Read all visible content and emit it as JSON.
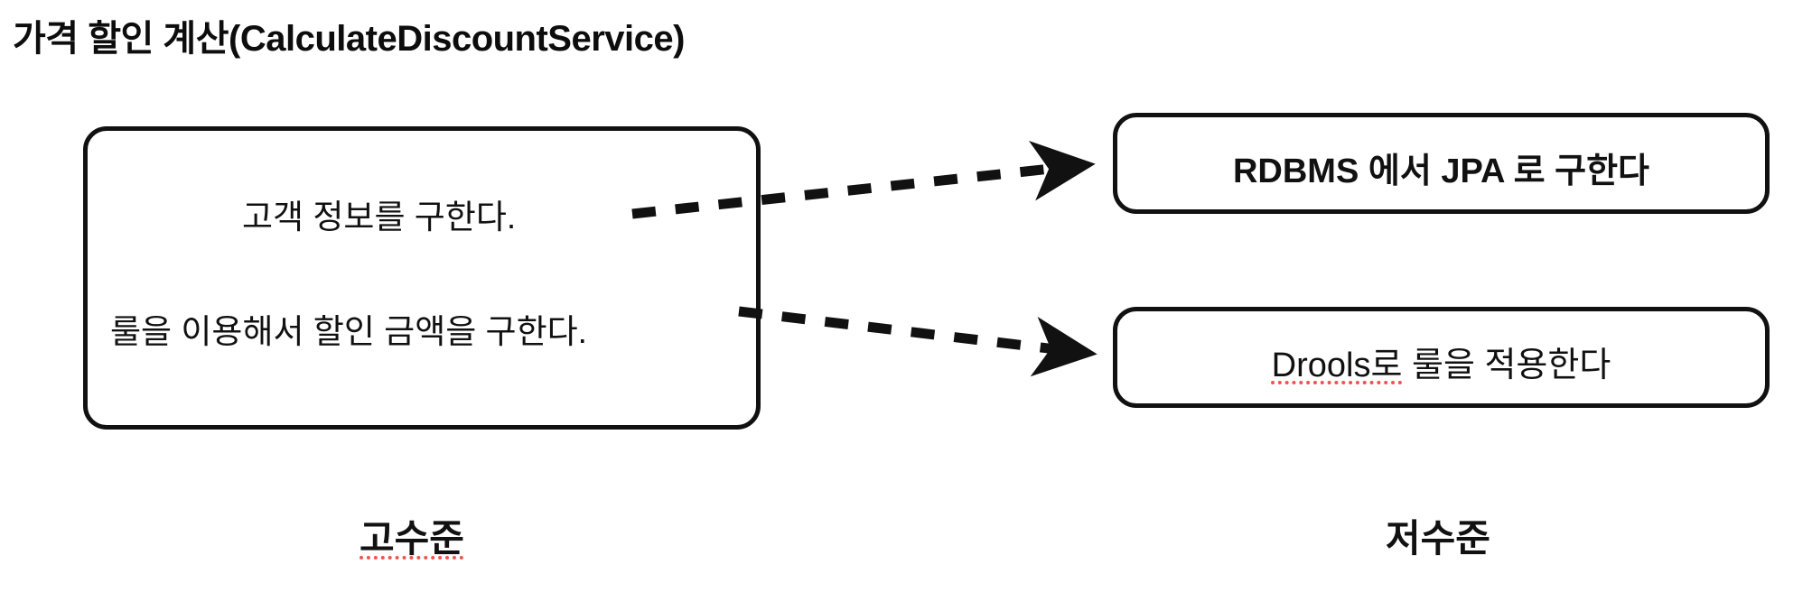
{
  "slide": {
    "title": "가격 할인 계산(CalculateDiscountService)",
    "background_color": "#ffffff",
    "text_color": "#111111",
    "spellcheck_underline_color": "#f0544c"
  },
  "high_level_box": {
    "name": "CalculateDiscountService",
    "lines": [
      {
        "text": "고객 정보를 구한다."
      },
      {
        "text": "룰을 이용해서 할인 금액을 구한다."
      }
    ]
  },
  "low_level_boxes": [
    {
      "text": "RDBMS 에서 JPA 로 구한다",
      "spellcheck": false
    },
    {
      "text": "Drools로 룰을 적용한다",
      "spellcheck_prefix": "Drools로",
      "spellcheck_rest": " 룰을 적용한다",
      "spellcheck": true
    }
  ],
  "captions": {
    "left": "고수준",
    "left_spellcheck": true,
    "right": "저수준",
    "right_spellcheck": false
  },
  "arrows": [
    {
      "from": "고객 정보를 구한다.",
      "to": "RDBMS 에서 JPA 로 구한다",
      "style": "dashed",
      "head": "solid-triangle"
    },
    {
      "from": "룰을 이용해서 할인 금액을 구한다.",
      "to": "Drools로 룰을 적용한다",
      "style": "dashed",
      "head": "solid-triangle"
    }
  ]
}
